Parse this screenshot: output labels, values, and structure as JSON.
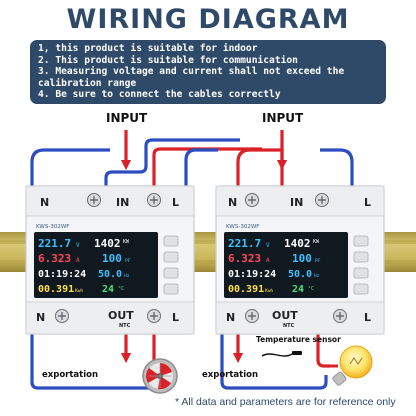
{
  "title": "WIRING DIAGRAM",
  "notes": [
    "1, this product is suitable for indoor",
    "2. This product is suitable for communication",
    "3. Measuring voltage and current shall not exceed the",
    "calibration range",
    "4. Be sure to connect the cables correctly"
  ],
  "labels": {
    "input": "INPUT",
    "terminal_n": "N",
    "terminal_in": "IN",
    "terminal_l": "L",
    "terminal_out": "OUT",
    "ntc": "NTC",
    "model": "KWS-302WF",
    "exportation": "exportation",
    "temp_sensor": "Temperature sensor"
  },
  "display": {
    "voltage": "221.7",
    "voltage_unit": "V",
    "power": "1402",
    "power_unit": "KW",
    "current": "6.323",
    "current_unit": "A",
    "pf": "100",
    "pf_unit": "PF",
    "time": "01:19:24",
    "freq": "50.0",
    "freq_unit": "Hz",
    "energy": "00.391",
    "energy_unit": "Kwh",
    "temp": "24",
    "temp_unit": "°C"
  },
  "footer": "* All data and parameters are for reference only",
  "colors": {
    "title": "#2f4a68",
    "panel": "#2e4a68",
    "wire_red": "#d92128",
    "wire_blue": "#2c4dc0",
    "rail": "#c7b45a",
    "lcd_bg": "#101820",
    "lcd_blue": "#3fc0ff",
    "lcd_red": "#ff4a5a",
    "lcd_white": "#ffffff",
    "lcd_yellow": "#ffe24a",
    "lcd_green": "#4fe07a"
  }
}
